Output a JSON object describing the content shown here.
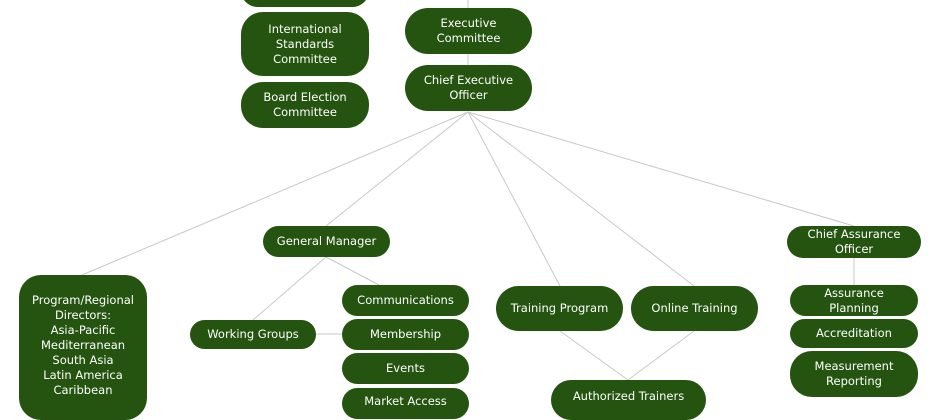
{
  "nodes": {
    "executive_committee": "Executive Committee",
    "chief_executive_officer": "Chief Executive Officer",
    "international_standards_committee": "International\nStandards Committee",
    "board_election_committee": "Board Election\nCommittee",
    "general_manager": "General Manager",
    "chief_assurance_officer": "Chief Assurance Officer",
    "program_regional_directors": "Program/Regional\nDirectors:\nAsia-Pacific\nMediterranean\nSouth Asia\nLatin America\nCaribbean",
    "working_groups": "Working Groups",
    "communications": "Communications",
    "membership": "Membership",
    "events": "Events",
    "market_access": "Market Access",
    "training_program": "Training Program",
    "online_training": "Online Training",
    "authorized_trainers": "Authorized Trainers",
    "assurance_planning": "Assurance Planning",
    "accreditation": "Accreditation",
    "measurement_reporting": "Measurement\nReporting"
  },
  "colors": {
    "node_fill": "#24540f",
    "node_text": "#ffffff",
    "edge": "#c8c8c8"
  }
}
